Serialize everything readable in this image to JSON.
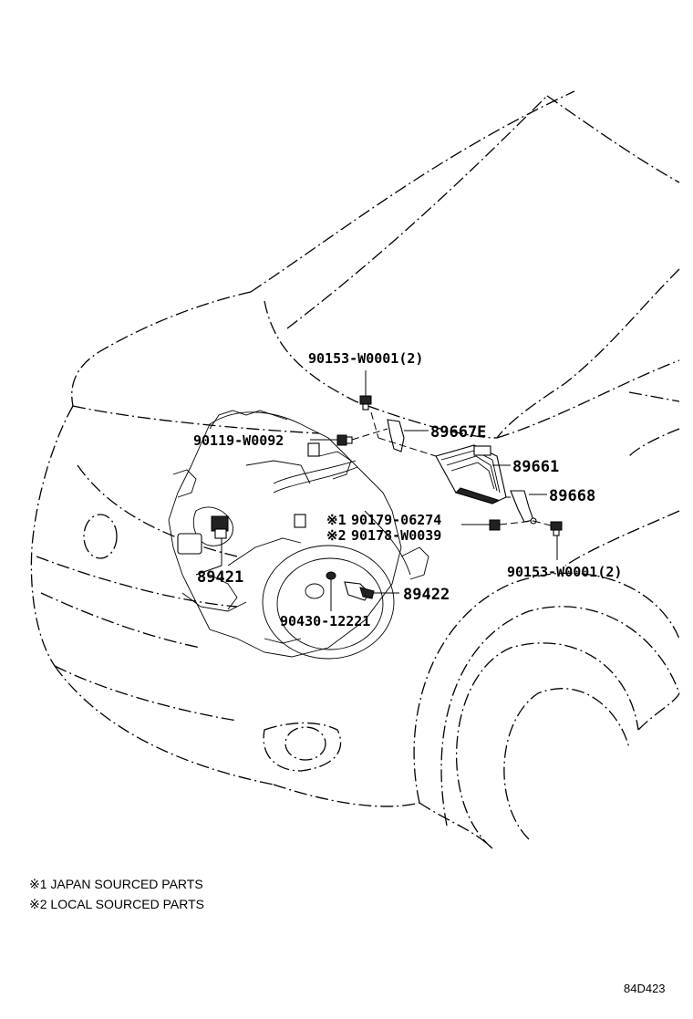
{
  "diagram": {
    "code": "84D423",
    "callouts": {
      "bolt_top": "90153-W0001(2)",
      "bolt_left": "90119-W0092",
      "bracket_upper": "89667E",
      "ecu": "89661",
      "bracket_lower": "89668",
      "bolt_japan": "90179-06274",
      "bolt_local": "90178-W0039",
      "bolt_right": "90153-W0001(2)",
      "sensor_left": "89421",
      "sensor_right": "89422",
      "oring": "90430-12221"
    },
    "markers": {
      "japan": "※1",
      "local": "※2"
    },
    "notes": {
      "japan": "※1 JAPAN SOURCED PARTS",
      "local": "※2 LOCAL SOURCED PARTS"
    }
  }
}
